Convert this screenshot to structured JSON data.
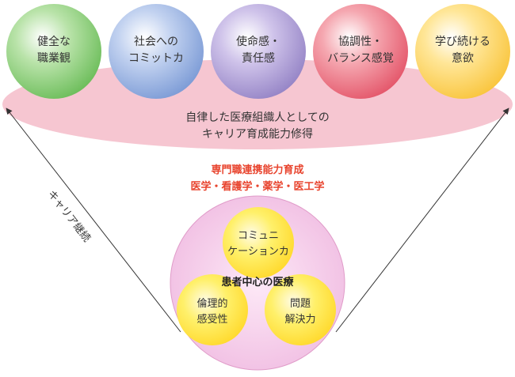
{
  "colors": {
    "band": "#f6c6d1",
    "program_text": "#e8442e",
    "center_circle": "#f3c3e6",
    "small_sphere": "#ffe338",
    "arrow": "#333333"
  },
  "top_spheres": [
    {
      "line1": "健全な",
      "line2": "職業観",
      "color": "#7ec96d"
    },
    {
      "line1": "社会への",
      "line2": "コミットカ",
      "color": "#8aa8dd"
    },
    {
      "line1": "使命感・",
      "line2": "責任感",
      "color": "#a693cf"
    },
    {
      "line1": "協調性・",
      "line2": "バランス感覚",
      "color": "#ec6a78"
    },
    {
      "line1": "学び続ける",
      "line2": "意欲",
      "color": "#ffd24f"
    }
  ],
  "band_text": {
    "line1": "自律した医療組織人としての",
    "line2": "キャリア育成能力修得"
  },
  "program": {
    "line1": "専門職連携能力育成",
    "line2": "医学・看護学・薬学・医工学"
  },
  "side_label": "キャリア継続",
  "center": {
    "label": "患者中心の医療",
    "circles": [
      {
        "line1": "コミュニ",
        "line2": "ケーションカ"
      },
      {
        "line1": "倫理的",
        "line2": "感受性"
      },
      {
        "line1": "問題",
        "line2": "解決力"
      }
    ]
  }
}
